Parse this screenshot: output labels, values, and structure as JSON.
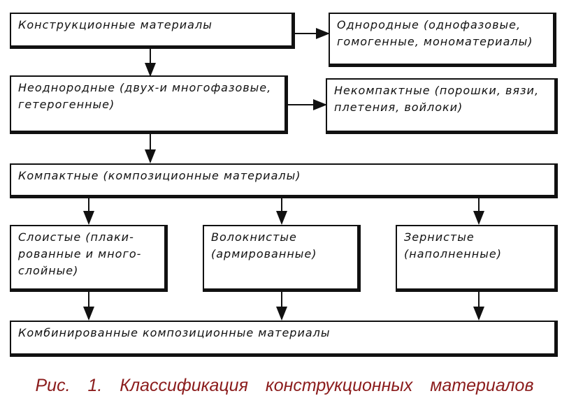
{
  "boxes": {
    "structural": "Конструкционные материалы",
    "homogeneous": [
      "Однородные (однофазовые,",
      "гомогенные, мономатериалы)"
    ],
    "heterogeneous": [
      "Неоднородные (двух-и многофазовые,",
      "гетерогенные)"
    ],
    "noncompact": [
      "Некомпактные (порошки, вязи,",
      "плетения, войлоки)"
    ],
    "compact": "Компактные (композиционные материалы)",
    "layered": [
      "Слоистые (плаки-",
      "рованные и много-",
      "слойные)"
    ],
    "fibrous": [
      "Волокнистые",
      "(армированные)"
    ],
    "granular": [
      "Зернистые",
      "(наполненные)"
    ],
    "combined": "Комбинированные  композиционные материалы"
  },
  "caption": "Рис. 1. Классификация конструкционных материалов"
}
